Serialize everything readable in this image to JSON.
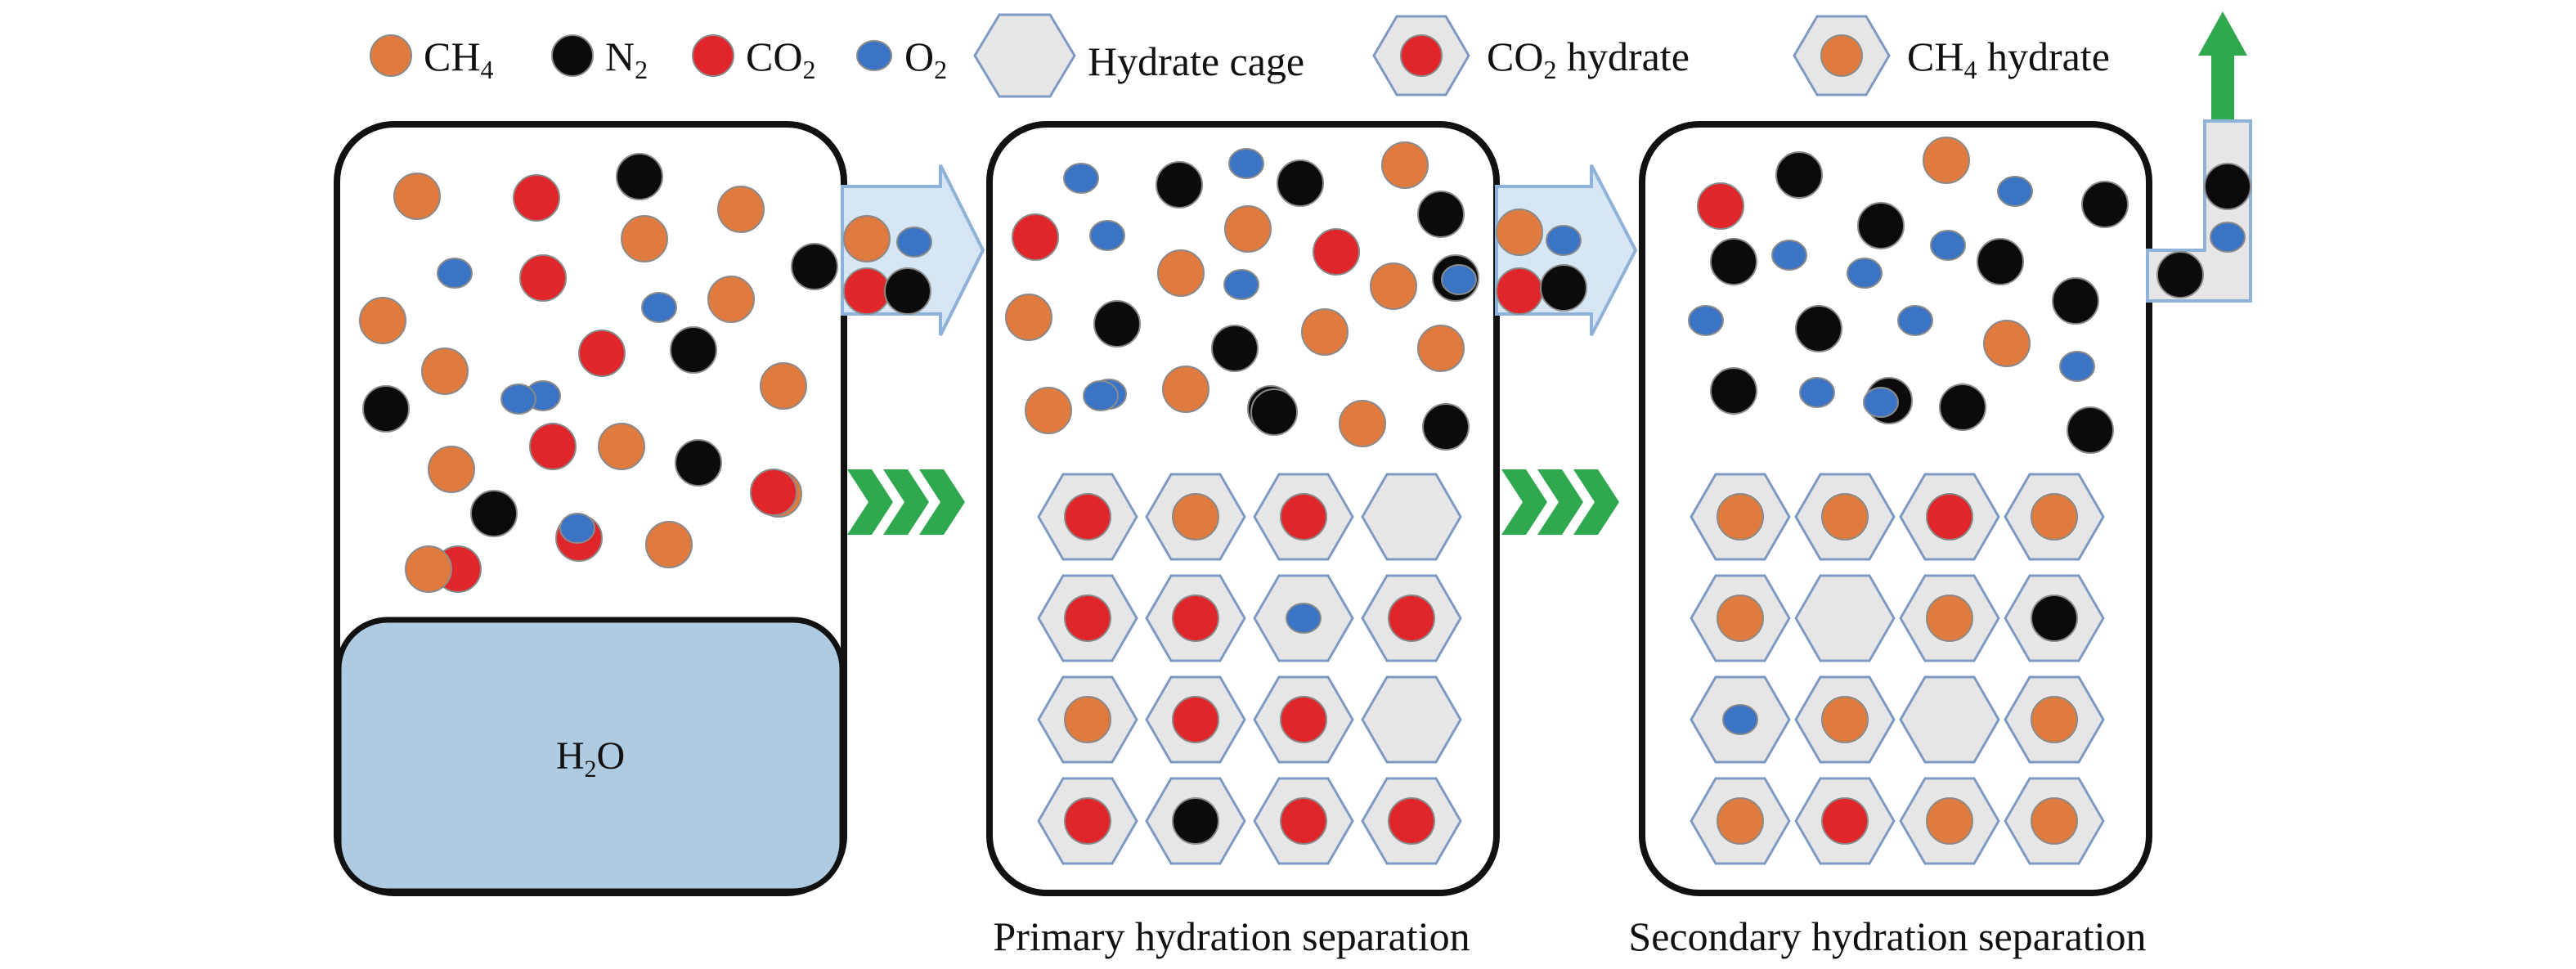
{
  "legend": {
    "ch4": {
      "label": "CH",
      "sub": "4"
    },
    "n2": {
      "label": "N",
      "sub": "2"
    },
    "co2": {
      "label": "CO",
      "sub": "2"
    },
    "o2": {
      "label": "O",
      "sub": "2"
    },
    "cage": {
      "label": "Hydrate cage"
    },
    "co2_hydrate": {
      "label": "CO",
      "sub": "2",
      "suffix": " hydrate"
    },
    "ch4_hydrate": {
      "label": "CH",
      "sub": "4",
      "suffix": " hydrate"
    }
  },
  "water": {
    "label": "H",
    "sub": "2",
    "suffix": "O"
  },
  "captions": {
    "primary": "Primary hydration separation",
    "secondary": "Secondary hydration separation"
  },
  "colors": {
    "ch4": "#e07a3e",
    "n2": "#0b0b0b",
    "co2": "#e0262a",
    "o2": "#3b74c4",
    "cage_fill": "#e6e6e6",
    "cage_stroke": "#7f9ac2",
    "water": "#aecbe2",
    "arrow_blue": "#d6e6f5",
    "arrow_blue_stroke": "#8fb2d8",
    "chevron": "#2fa84f"
  },
  "composition": {
    "feed_gas": [
      "ch4",
      "co2",
      "n2",
      "ch4",
      "o2",
      "ch4",
      "co2",
      "n2",
      "ch4",
      "o2",
      "ch4",
      "co2",
      "ch4",
      "o2",
      "n2",
      "ch4",
      "n2",
      "o2",
      "ch4",
      "co2",
      "n2",
      "ch4",
      "ch4",
      "co2",
      "n2",
      "co2",
      "o2",
      "co2",
      "ch4",
      "ch4"
    ],
    "primary_gas": [
      "o2",
      "n2",
      "o2",
      "n2",
      "ch4",
      "co2",
      "o2",
      "ch4",
      "co2",
      "n2",
      "ch4",
      "o2",
      "ch4",
      "n2",
      "ch4",
      "o2",
      "n2",
      "ch4",
      "n2",
      "ch4",
      "o2",
      "n2",
      "ch4",
      "o2",
      "ch4",
      "n2",
      "ch4",
      "n2"
    ],
    "secondary_gas": [
      "n2",
      "ch4",
      "o2",
      "co2",
      "n2",
      "o2",
      "n2",
      "o2",
      "n2",
      "o2",
      "n2",
      "o2",
      "n2",
      "o2",
      "n2",
      "ch4",
      "o2",
      "n2",
      "o2",
      "n2",
      "o2",
      "n2",
      "n2",
      "o2"
    ],
    "primary_cages": [
      [
        "co2",
        "ch4",
        "co2",
        "empty"
      ],
      [
        "co2",
        "co2",
        "o2",
        "co2"
      ],
      [
        "ch4",
        "co2",
        "co2",
        "empty"
      ],
      [
        "co2",
        "n2",
        "co2",
        "co2"
      ]
    ],
    "secondary_cages": [
      [
        "ch4",
        "ch4",
        "co2",
        "ch4"
      ],
      [
        "ch4",
        "empty",
        "ch4",
        "n2"
      ],
      [
        "o2",
        "ch4",
        "empty",
        "ch4"
      ],
      [
        "ch4",
        "co2",
        "ch4",
        "ch4"
      ]
    ],
    "transfer_1": [
      "ch4",
      "o2",
      "co2",
      "n2"
    ],
    "transfer_2": [
      "ch4",
      "o2",
      "co2",
      "n2"
    ],
    "outlet": [
      "n2",
      "o2",
      "n2"
    ]
  }
}
